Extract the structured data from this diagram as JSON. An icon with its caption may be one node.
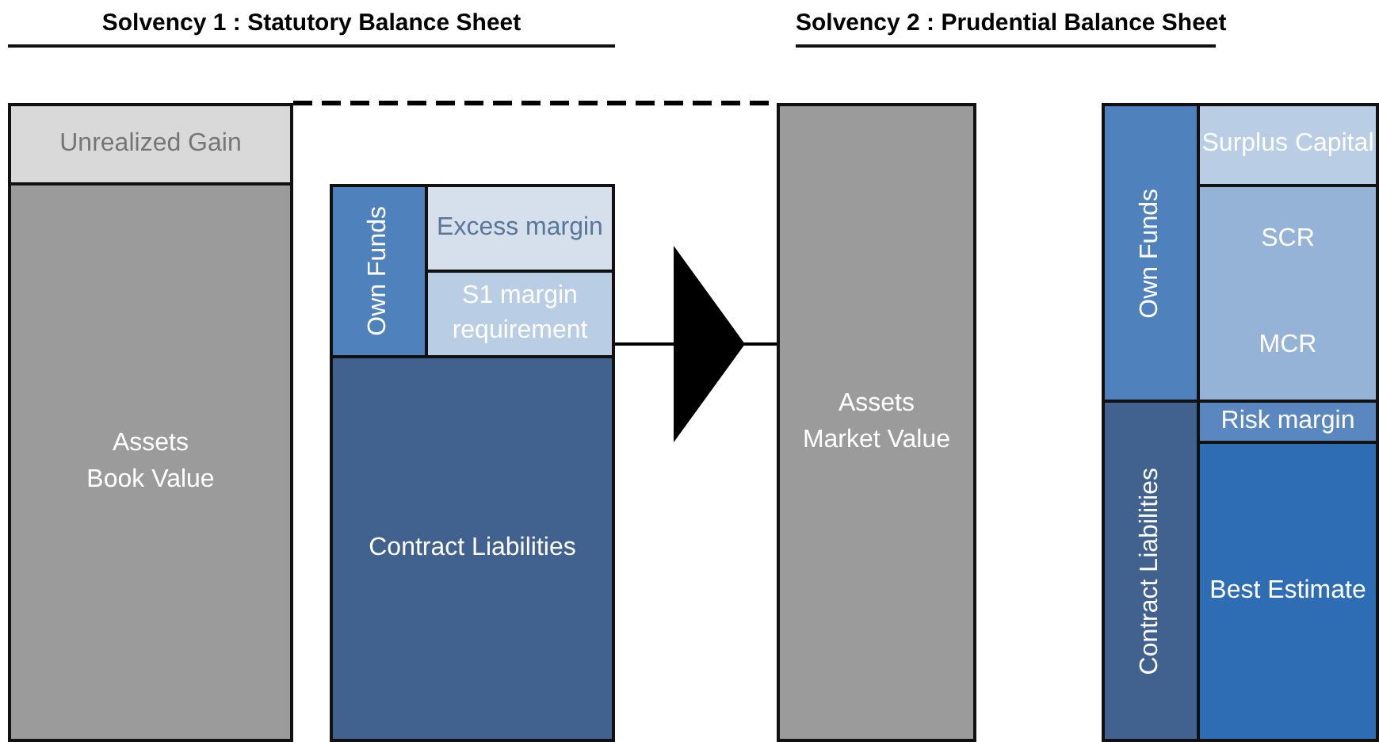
{
  "diagram": {
    "nodes": [
      {
        "text": [
          "Unrealized Gain"
        ]
      },
      {
        "text": [
          "Assets",
          "Book Value"
        ]
      },
      {
        "text": [
          "Own Funds"
        ]
      },
      {
        "text": [
          "Excess margin"
        ]
      },
      {
        "text": [
          "S1 margin requirement"
        ]
      },
      {
        "text": [
          "Contract Liabilities"
        ]
      },
      {
        "text": [
          "Assets",
          "Market Value"
        ]
      },
      {
        "text": [
          "Own Funds"
        ]
      },
      {
        "text": [
          "Surplus Capital"
        ]
      },
      {
        "text": [
          "SCR",
          "MCR"
        ]
      },
      {
        "text": [
          "Contract Liabilities"
        ]
      },
      {
        "text": [
          "Risk margin"
        ]
      },
      {
        "text": [
          "Best Estimate"
        ]
      }
    ],
    "edges": [
      {
        "from": 0,
        "to": 6,
        "arrow": "none",
        "style": "dashed"
      },
      {
        "from": 5,
        "to": 6,
        "arrow": "to"
      }
    ],
    "labels": [
      "Solvency 1 : Statutory Balance Sheet",
      "Solvency 2 : Prudential Balance Sheet"
    ]
  }
}
